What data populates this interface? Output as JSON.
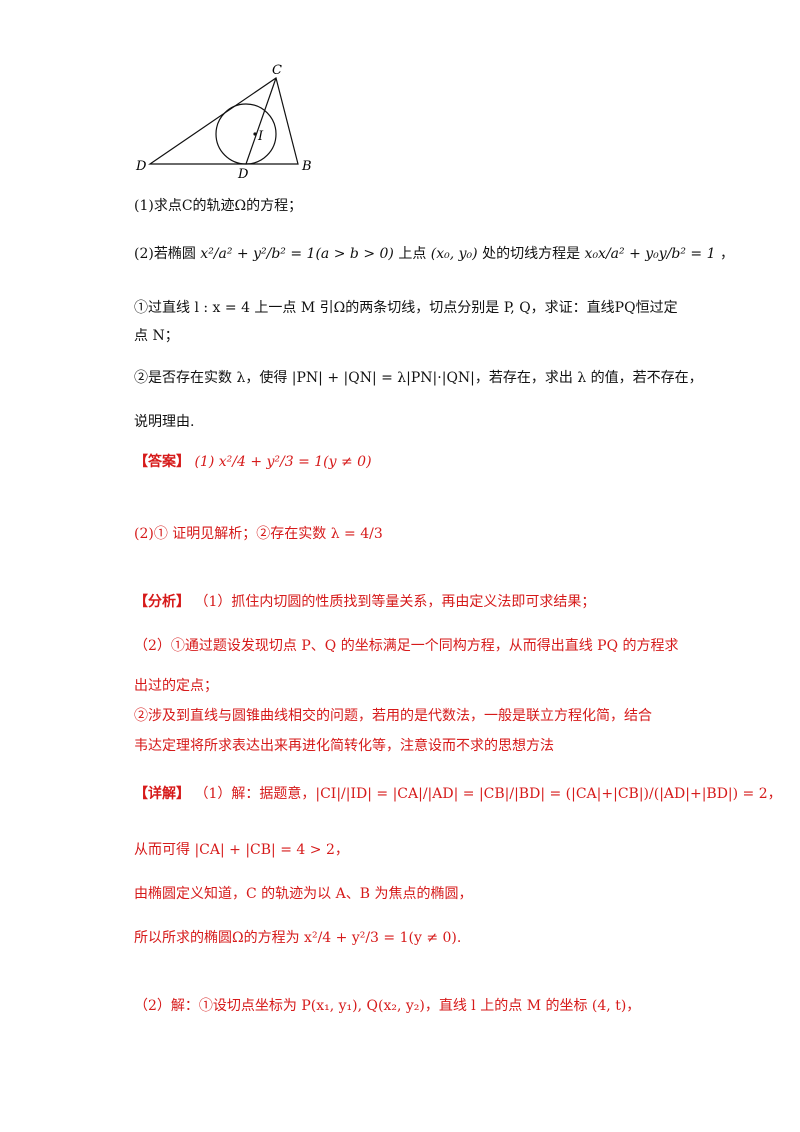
{
  "figure": {
    "labels": {
      "C": "C",
      "I": "I",
      "D_left": "D",
      "D_bottom": "D",
      "B": "B"
    }
  },
  "q1": "(1)求点C的轨迹Ω的方程；",
  "q2": {
    "prefix": "(2)若椭圆",
    "ellipse": "x²/a² + y²/b² = 1(a > b > 0)",
    "mid": "上点",
    "point": "(x₀, y₀)",
    "mid2": "处的切线方程是",
    "tangent": "x₀x/a² + y₀y/b² = 1",
    "suffix": "，"
  },
  "q2_1_line1": "①过直线 l : x = 4 上一点 M 引Ω的两条切线，切点分别是 P, Q，求证：直线PQ恒过定",
  "q2_1_line2": "点 N；",
  "q2_2_line1": "②是否存在实数 λ，使得 |PN| + |QN| = λ|PN|·|QN|，若存在，求出 λ 的值，若不存在，",
  "q2_2_line2": "说明理由.",
  "answer": {
    "tag": "【答案】",
    "part1": "(1) x²/4 + y²/3 = 1(y ≠ 0)",
    "part2": "(2)① 证明见解析；②存在实数 λ = 4/3"
  },
  "analysis": {
    "tag": "【分析】",
    "line1": "（1）抓住内切圆的性质找到等量关系，再由定义法即可求结果；",
    "line2": "（2）①通过题设发现切点 P、Q 的坐标满足一个同构方程，从而得出直线 PQ 的方程求",
    "line3": "出过的定点；",
    "line4": "②涉及到直线与圆锥曲线相交的问题，若用的是代数法，一般是联立方程化简，结合",
    "line5": "韦达定理将所求表达出来再进化简转化等，注意设而不求的思想方法"
  },
  "detail": {
    "tag": "【详解】",
    "line1": "（1）解：据题意，|CI|/|ID| = |CA|/|AD| = |CB|/|BD| = (|CA|+|CB|)/(|AD|+|BD|) = 2，",
    "line2": "从而可得 |CA| + |CB| = 4 > 2，",
    "line3": "由椭圆定义知道，C 的轨迹为以 A、B 为焦点的椭圆，",
    "line4": "所以所求的椭圆Ω的方程为 x²/4 + y²/3 = 1(y ≠ 0).",
    "line5": "（2）解：①设切点坐标为 P(x₁, y₁), Q(x₂, y₂)，直线 l 上的点 M 的坐标 (4, t)，"
  }
}
